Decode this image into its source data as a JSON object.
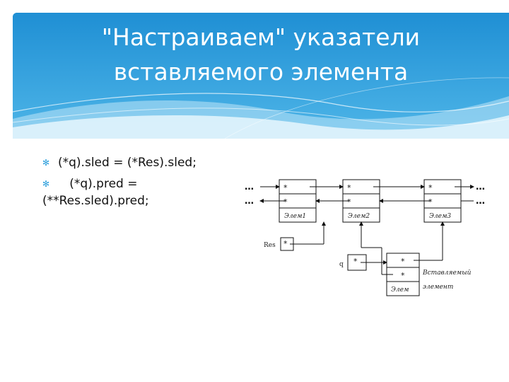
{
  "slide": {
    "title_line1": "\"Настраиваем\" указатели",
    "title_line2": "вставляемого элемента",
    "bullets": [
      {
        "text": "(*q).sled = (*Res).sled;"
      },
      {
        "text": "   (*q).pred ="
      },
      {
        "text": "(**Res.sled).pred;"
      }
    ]
  },
  "diagram": {
    "ellipsis": "…",
    "star": "*",
    "nodes": [
      {
        "label": "Элем1"
      },
      {
        "label": "Элем2"
      },
      {
        "label": "Элем3"
      }
    ],
    "res_label": "Res",
    "q_label": "q",
    "new_node_label": "Элем",
    "new_node_caption_line1": "Вставляемый",
    "new_node_caption_line2": "элемент"
  },
  "colors": {
    "header_blue": "#2c9fdc",
    "wave_light": "#8fd0f2",
    "text": "#111111"
  }
}
